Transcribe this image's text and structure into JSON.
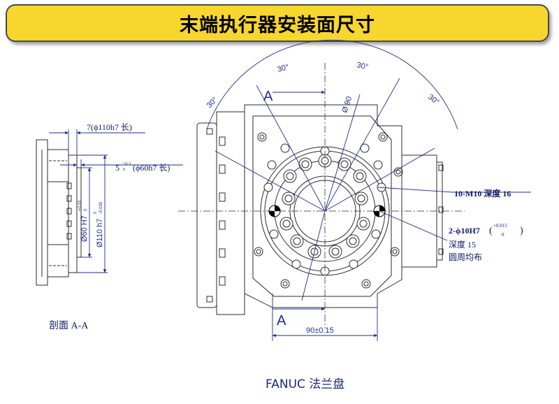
{
  "title": "末端执行器安装面尺寸",
  "caption": "FANUC 法兰盘",
  "section": {
    "label": "剖面 A-A",
    "dim_7": "7(ϕ110h7 长)",
    "dim_5": "5",
    "dim_5_tol_upper": "+0.3",
    "dim_5_tol_lower": "0",
    "dim_5_text": "(ϕ60h7 长)",
    "dia_60": "Ø60 H7",
    "dia_60_tol_upper": "+0.03",
    "dia_60_tol_lower": "0",
    "dia_110": "Ø110 h7",
    "dia_110_tol_upper": "0",
    "dia_110_tol_lower": "-0.035"
  },
  "front": {
    "section_mark": "A",
    "angle_1": "30°",
    "angle_2": "30°",
    "angle_3": "30°",
    "angle_4": "30°",
    "pcd": "Ø 90",
    "width_dim": "90±0.15",
    "callout_thread": "10-M10 深度 16",
    "callout_pin": "2-ϕ10H7",
    "callout_pin_tol_upper": "+0.015",
    "callout_pin_tol_lower": "0",
    "callout_pin_depth": "深度 15",
    "callout_pin_note": "圆周均布"
  },
  "colors": {
    "banner": "#f7d62e",
    "line": "#2b2b2b",
    "dimension": "#1f2d8a"
  }
}
